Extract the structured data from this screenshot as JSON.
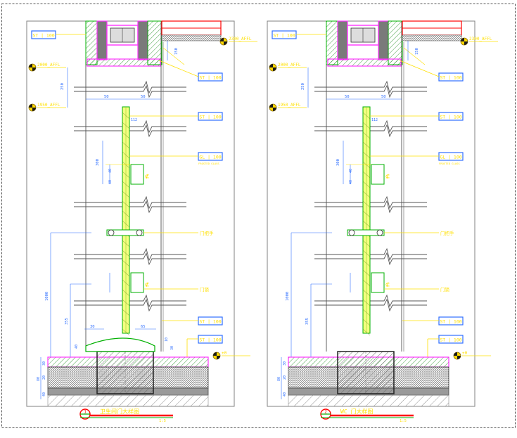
{
  "colors": {
    "background": "#ffffff",
    "frame": "#808080",
    "dimension": "#2f6fff",
    "leader": "#ffe000",
    "wall": "#606060",
    "door_frame": "#00b000",
    "pink": "#ff33ff",
    "red": "#ff0000",
    "bubble": "#ffd800",
    "dark": "#202020"
  },
  "icons": [
    "section-bubble-icon",
    "level-marker-icon"
  ],
  "left": {
    "title": "卫生间门大样图",
    "scale": "1:5",
    "number": "1",
    "tags": {
      "t1": "ST | 100",
      "t2": "ST | 100",
      "t3": "ST | 100",
      "t4": "GL | 100",
      "t5": "ST | 100",
      "t6": "ST | 100"
    },
    "levels": {
      "top": "2300_AFFL",
      "l1": "2000_AFFL",
      "l2": "1950_AFFL",
      "floor": "±0"
    },
    "notes": {
      "gl_note": "FROSTED GLASS",
      "handle": "门把手",
      "lock": "门锁"
    },
    "dims": {
      "d250": "250",
      "d50a": "50",
      "d50b": "50",
      "d150": "150",
      "d112": "112",
      "d300": "300",
      "d40a": "40",
      "d40b": "40",
      "d1000": "1000",
      "d355": "355",
      "d40c": "40",
      "d30": "30",
      "d65": "65",
      "d10": "10",
      "d30b": "30",
      "v80": "80",
      "v30": "30",
      "v20": "20",
      "v40": "40"
    }
  },
  "right": {
    "title": "WC 门大样图",
    "scale": "1:5",
    "number": "2",
    "tags": {
      "t1": "ST | 100",
      "t2": "ST | 100",
      "t3": "ST | 100",
      "t4": "GL | 100",
      "t5": "ST | 100",
      "t6": "ST | 100"
    },
    "levels": {
      "top": "2300_AFFL",
      "l1": "2000_AFFL",
      "l2": "1950_AFFL",
      "floor": "±0"
    },
    "notes": {
      "gl_note": "FROSTED GLASS",
      "handle": "门把手",
      "lock": "门锁"
    },
    "dims": {
      "d250": "250",
      "d50a": "50",
      "d50b": "50",
      "d150": "150",
      "d112": "112",
      "d300": "300",
      "d40a": "40",
      "d40b": "40",
      "d1000": "1000",
      "d355": "355",
      "v80": "80",
      "v30": "30",
      "v20": "20",
      "v40": "40"
    }
  }
}
